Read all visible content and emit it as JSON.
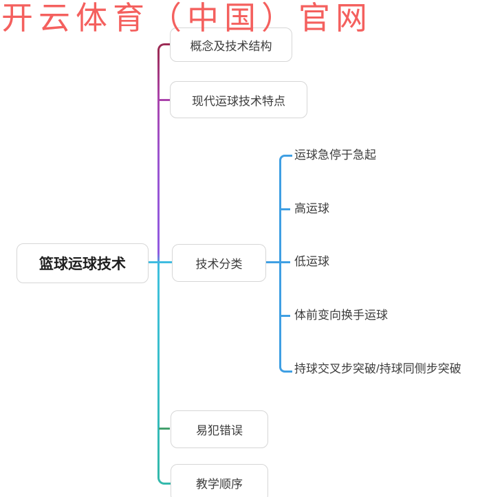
{
  "watermark": {
    "text": "开云体育（中国）官网",
    "color": "#f4605e"
  },
  "root": {
    "label": "篮球运球技术"
  },
  "branches": [
    {
      "label": "概念及技术结构",
      "line_color": "#9c2b55"
    },
    {
      "label": "现代运球技术特点",
      "line_color": "#aa43ab"
    },
    {
      "label": "技术分类",
      "line_color": "#3fbce0",
      "children": [
        {
          "label": "运球急停于急起"
        },
        {
          "label": "高运球"
        },
        {
          "label": "低运球"
        },
        {
          "label": "体前变向换手运球"
        },
        {
          "label": "持球交叉步突破/持球同侧步突破"
        }
      ]
    },
    {
      "label": "易犯错误",
      "line_color": "#43a06d"
    },
    {
      "label": "教学顺序",
      "line_color": "#33b9ac"
    }
  ],
  "colors": {
    "trunk_top": "#9c2b55",
    "trunk_purple": "#9b54cf",
    "trunk_cyan": "#3bbade",
    "trunk_bottom": "#33b9ac",
    "child_branch_blue": "#3f9fe3",
    "node_border": "#d6d6d6",
    "node_text": "#3c3c3c",
    "root_text": "#1e1e1e"
  }
}
